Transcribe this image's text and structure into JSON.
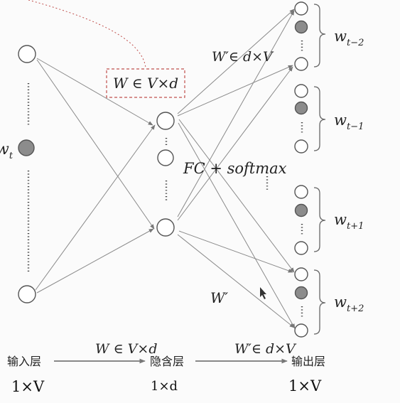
{
  "diagram": {
    "input_word_label": "w",
    "input_word_sub": "t",
    "w_box_label": "W ∈ V×d",
    "w_prime_top_label": "W′∈ d×V",
    "fc_label": "FC + softmax",
    "w_prime_mid_label": "W′",
    "output_groups": [
      {
        "label": "w",
        "sub": "t−2"
      },
      {
        "label": "w",
        "sub": "t−1"
      },
      {
        "label": "w",
        "sub": "t+1"
      },
      {
        "label": "w",
        "sub": "t+2"
      }
    ]
  },
  "flow": {
    "input_layer": "输入层",
    "hidden_layer": "隐含层",
    "output_layer": "输出层",
    "arrow1_label": "W ∈ V×d",
    "arrow2_label": "W′∈ d×V",
    "input_dim": "1×V",
    "hidden_dim": "1×d",
    "output_dim": "1×V"
  },
  "colors": {
    "edge": "#8a8a8a",
    "node_fill": "#ffffff",
    "filled_node": "#8c8c8c",
    "dashed_box": "#c0504d"
  }
}
